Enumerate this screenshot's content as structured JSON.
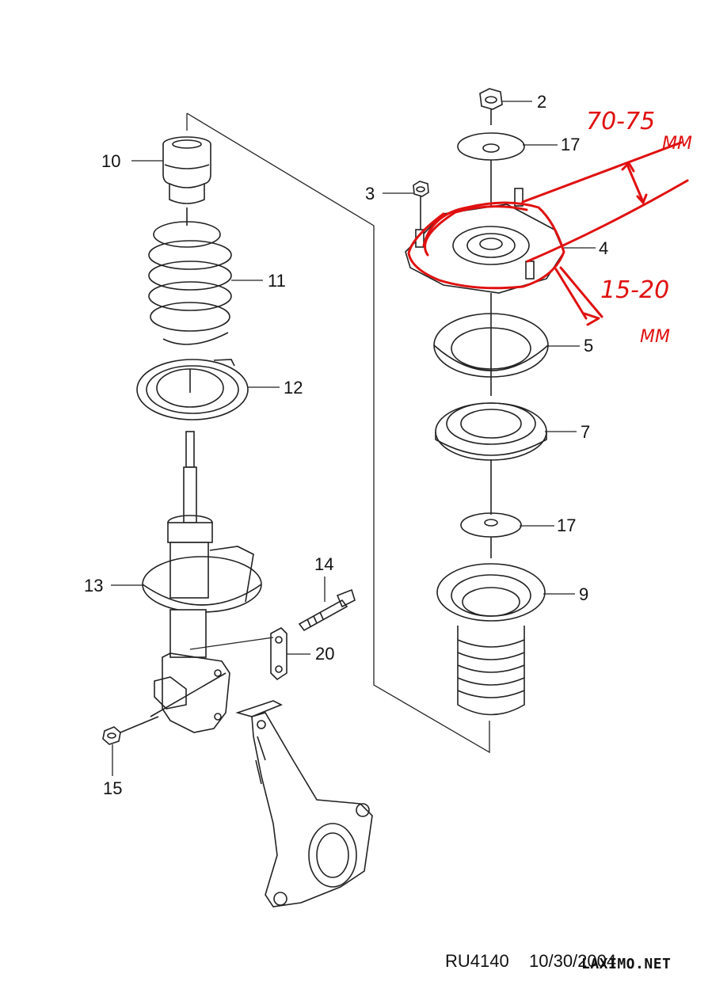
{
  "callouts": {
    "p2": "2",
    "p17a": "17",
    "p3": "3",
    "p4": "4",
    "p5": "5",
    "p7": "7",
    "p17b": "17",
    "p9": "9",
    "p10": "10",
    "p11": "11",
    "p12": "12",
    "p13": "13",
    "p14": "14",
    "p20": "20",
    "p15": "15"
  },
  "annotations": {
    "top_range": "70-75",
    "top_unit": "MM",
    "bottom_range": "15-20",
    "bottom_unit": "MM",
    "color": "#e01010"
  },
  "footer": {
    "code": "RU4140",
    "date": "10/30/2004",
    "watermark": "LAXIMO.NET"
  }
}
